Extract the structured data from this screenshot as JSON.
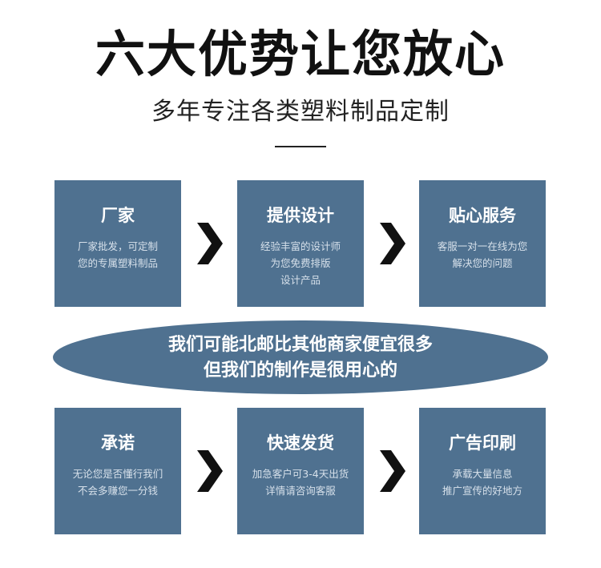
{
  "header": {
    "title": "六大优势让您放心",
    "subtitle": "多年专注各类塑料制品定制"
  },
  "colors": {
    "card_bg": "#4f7190",
    "card_desc": "#d6e0ea",
    "arrow": "#111111"
  },
  "top_row": [
    {
      "title": "厂家",
      "lines": [
        "厂家批发，可定制",
        "您的专属塑料制品"
      ]
    },
    {
      "title": "提供设计",
      "lines": [
        "经验丰富的设计师",
        "为您免费排版",
        "设计产品"
      ]
    },
    {
      "title": "贴心服务",
      "lines": [
        "客服一对一在线为您",
        "解决您的问题"
      ]
    }
  ],
  "banner": {
    "line1": "我们可能北邮比其他商家便宜很多",
    "line2": "但我们的制作是很用心的"
  },
  "bottom_row": [
    {
      "title": "承诺",
      "lines": [
        "无论您是否懂行我们",
        "不会多赚您一分钱"
      ]
    },
    {
      "title": "快速发货",
      "lines": [
        "加急客户可3-4天出货",
        "详情请咨询客服"
      ]
    },
    {
      "title": "广告印刷",
      "lines": [
        "承载大量信息",
        "推广宣传的好地方"
      ]
    }
  ],
  "icons": {
    "arrow": "chevron-right-icon"
  }
}
